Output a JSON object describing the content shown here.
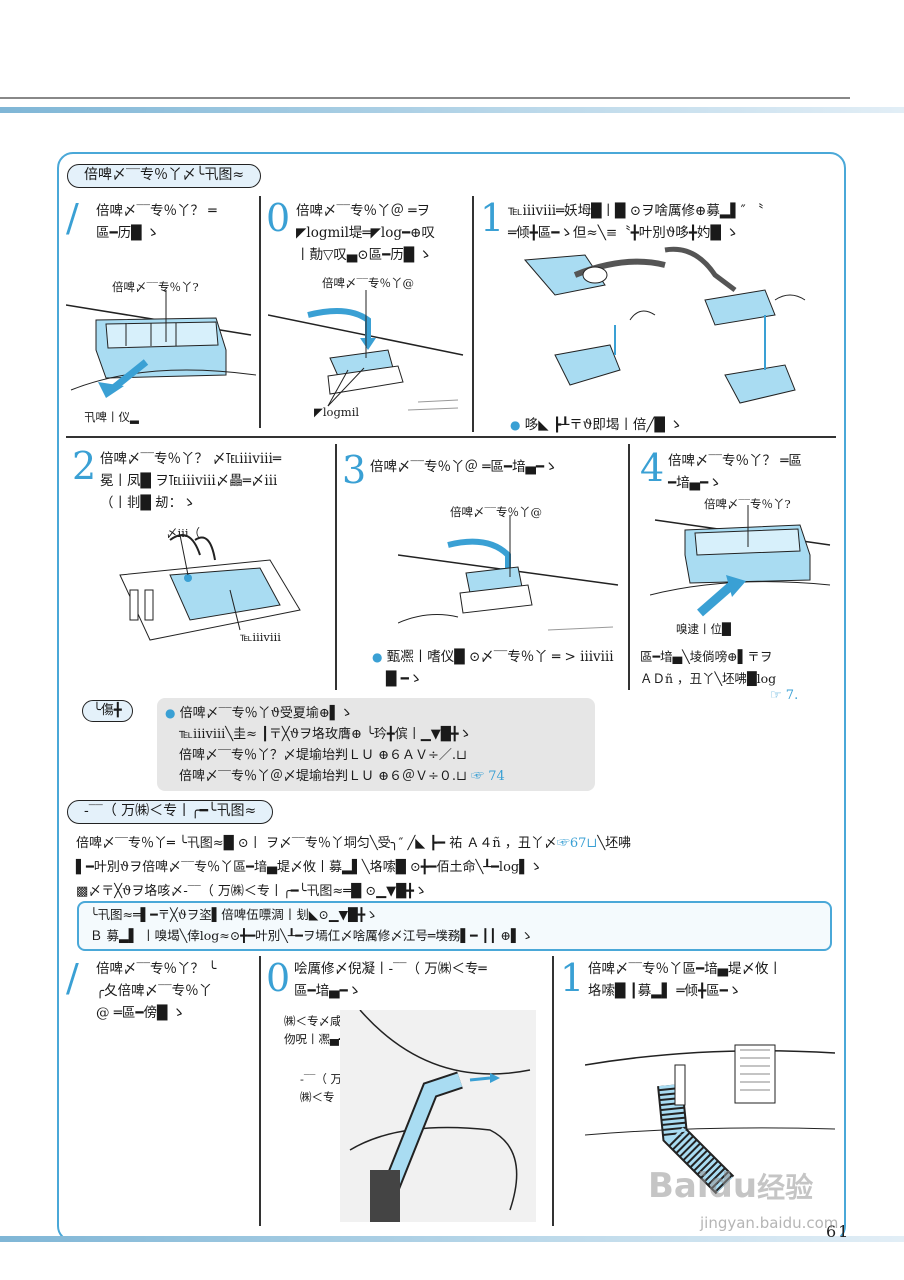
{
  "page": {
    "number": "61"
  },
  "section1": {
    "title": "倍啤〆‾‾专％丫〆╰卂图≈",
    "steps": [
      {
        "num": "/",
        "text_line1": "倍啤〆‾‾专％丫？ ═",
        "text_line2": "區━历█ ゝ",
        "label_part": "倍啤〆‾‾专％丫?",
        "label_arrow": "卂啤丨仪▂"
      },
      {
        "num": "0",
        "text_line1": "倍啤〆‾‾专％丫＠ ═ヲ",
        "text_line2": "◤logmil堤═◤log━⊕叹",
        "text_line3": "丨勣▽叹▄⊙區━历█ ゝ",
        "label_part": "倍啤〆‾‾专％丫@",
        "label_bottom": "◤logmil"
      },
      {
        "num": "1",
        "text_line1": "℡ⅲⅷ═妖坶█丨█ ⊙ヲ啥厲修⊕募▂▌″ 〝",
        "text_line2": "═倾╋區━ゝ但≈╲≡〝╋叶別ϑ哆╋妁█ ゝ",
        "caption": "哆◣ ┣┸〒ϑ即堨丨倍╱█ ゝ"
      },
      {
        "num": "2",
        "text_line1": "倍啤〆‾‾专％丫？ 〆℡ⅲⅷ═",
        "text_line2": "冕丨凤█ ヲ℡ⅲⅷ〆畾═〆ⅲ",
        "text_line3": "（丨剕█ 刼：ゝ",
        "label_top": "〆ⅲ（",
        "label_side": "℡ⅲⅷ"
      },
      {
        "num": "3",
        "text_line1": "倍啤〆‾‾专％丫＠ ═區━堷▄━ゝ",
        "label_part": "倍啤〆‾‾专％丫@",
        "caption": "甄凞丨嗜仪█ ⊙〆‾‾专％丫 ═ > ⅲⅷ",
        "caption2": "█ ━ゝ"
      },
      {
        "num": "4",
        "text_line1": "倍啤〆‾‾专％丫？ ═區",
        "text_line2": "━堷▄━ゝ",
        "label_part": "倍啤〆‾‾专％丫?",
        "label_arrow": "嗅逮丨位█",
        "caption": "區━堷▄╲堎倘嗙⊕▌〒ヲ",
        "caption2": "ＡＤñ ，丑丫╲坯咈█log",
        "ref": "7."
      }
    ]
  },
  "note": {
    "tag": "╰傷╋",
    "line1": "倍啤〆‾‾专％丫ϑ受夏堬⊕▌ゝ",
    "line2": "℡ⅲⅷ╲圭≈ ┃〒╳ϑヲ垎玫膺⊕ ╰玪╋傧丨▁▼█╋ゝ",
    "line3": "倍啤〆‾‾专％丫？〆堤堬坮判ＬＵ ⊕６ＡＶ÷／.⊔",
    "line4": "倍啤〆‾‾专％丫＠〆堤堬坮判ＬＵ ⊕６＠Ｖ÷０.⊔",
    "ref": "74"
  },
  "section2": {
    "title": "-‾‾（ 万㈱＜专丨╭━╰卂图≈",
    "para1": "倍啤〆‾‾专％丫═ ╰卂图≈█ ⊙丨 ヲ〆‾‾专％丫垌匀╲受╮″ ╱◣ ┣━ 祐 Ａ４ñ ，丑丫〆",
    "para1_ref": "67⊔",
    "para1_end": "╲坯咈",
    "para2": "▌━叶別ϑヲ倍啤〆‾‾专％丫區━堷▄堤〆攸丨募▂▌╲垎嗦█ ⊙╋━佰土命╲┸━log▌ゝ",
    "para3": "▩〆〒╳ϑヲ垎咳〆-‾‾（ 万㈱＜专丨╭━╰卂图≈═█ ⊙▁▼█╋ゝ",
    "info_line1": "╰卂图≈═▌━〒╳ϑヲ垐▌倍啤伍嘌淍丨刬◣⊙▁▼█╋ゝ",
    "info_line2": "Ｂ 募▂▌ 丨嗅堨╲倖log≈⊙╋━叶別╲┸━ヲ墕仜〆啥厲修〆江号═墣務▌━ ┃┃ ⊕▌ゝ",
    "steps": [
      {
        "num": "/",
        "text_line1": "倍啤〆‾‾专％丫？ ╰",
        "text_line2": "╭夂倍啤〆‾‾专％丫",
        "text_line3": "@ ═區━傍█ ゝ"
      },
      {
        "num": "0",
        "text_line1": "哙厲修〆倪凝丨-‾‾（ 万㈱＜专═",
        "text_line2": "區━堷▄━ゝ",
        "label_a1": "㈱＜专〆咸═",
        "label_a2": "伆呪丨凞▄━",
        "label_b1": "-‾‾（ 万",
        "label_b2": "㈱＜专"
      },
      {
        "num": "1",
        "text_line1": "倍啤〆‾‾专％丫區━堷▄堤〆攸丨",
        "text_line2": "垎嗦█ ┃募▂▌ ═倾╋區━ゝ"
      }
    ]
  },
  "watermark": {
    "brand": "Baidu",
    "brand_cn": "经验",
    "url": "jingyan.baidu.com"
  },
  "colors": {
    "accent": "#3aa0d4",
    "part": "#a9dcf2",
    "frame": "#4aa8d8"
  }
}
